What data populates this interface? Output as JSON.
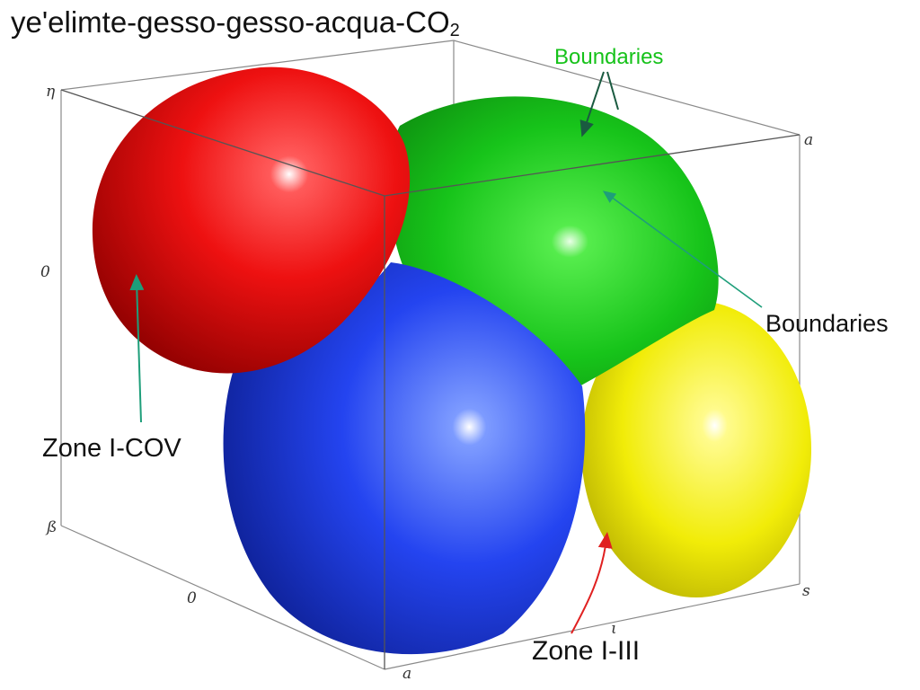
{
  "title": {
    "main": "ye'elimte-gesso-gesso-acqua-CO",
    "subscript": "2"
  },
  "labels": {
    "boundaries_top": "Boundaries",
    "boundaries_right": "Boundaries",
    "zone_cov": "Zone I-COV",
    "zone_iii": "Zone I-III"
  },
  "axis_ticks": {
    "top_left": "η",
    "mid_left": "0",
    "bottom_left": "ß",
    "bottom_front": "0",
    "bottom_corner": "a",
    "top_right": "a",
    "bottom_right": "s",
    "bottom_mid": "ι"
  },
  "colors": {
    "red_zone": "#ee1010",
    "green_zone": "#17c41a",
    "blue_zone": "#1e3ff0",
    "yellow_zone": "#f5f00c",
    "arrow_teal": "#1e9e7a",
    "arrow_red": "#e02020"
  }
}
